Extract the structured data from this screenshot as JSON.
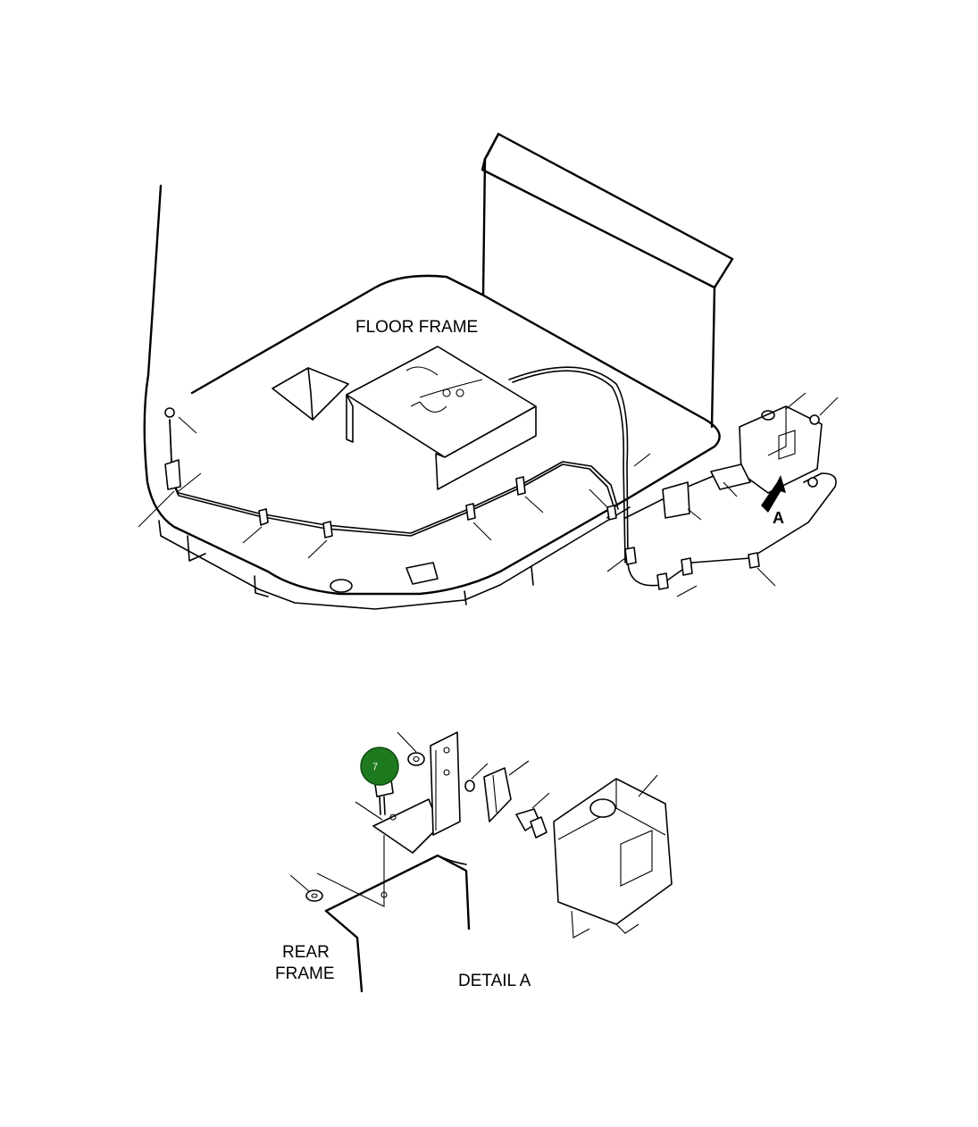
{
  "labels": {
    "floor_frame": "FLOOR FRAME",
    "view_arrow": "A",
    "rear_frame_line1": "REAR",
    "rear_frame_line2": "FRAME",
    "detail": "DETAIL A"
  },
  "callout": {
    "number": "7",
    "color": "#1e7a1e"
  },
  "icons": {
    "view_arrow": "arrow-up-right-icon"
  }
}
